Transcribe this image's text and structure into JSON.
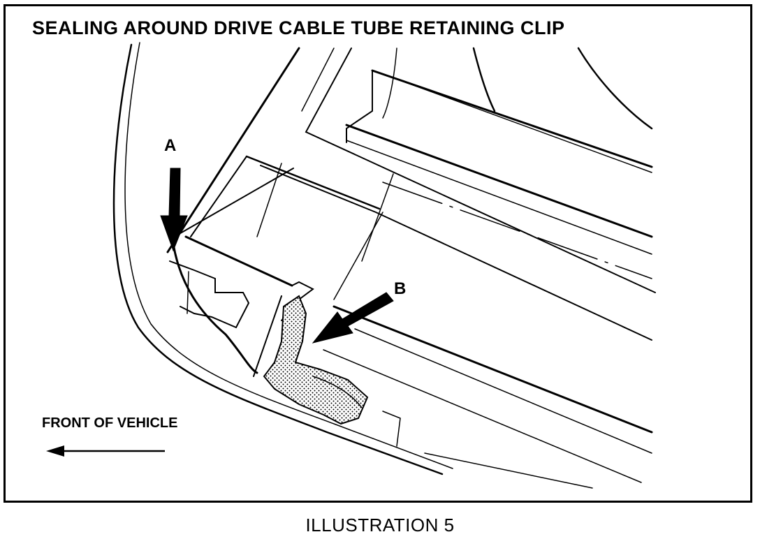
{
  "figure": {
    "title": "SEALING AROUND DRIVE CABLE TUBE RETAINING CLIP",
    "callouts": {
      "a": "A",
      "b": "B"
    },
    "direction_label": "FRONT OF VEHICLE",
    "direction_arrow": "left-arrow-icon"
  },
  "caption": "ILLUSTRATION 5",
  "colors": {
    "ink": "#000000",
    "paper": "#ffffff"
  }
}
